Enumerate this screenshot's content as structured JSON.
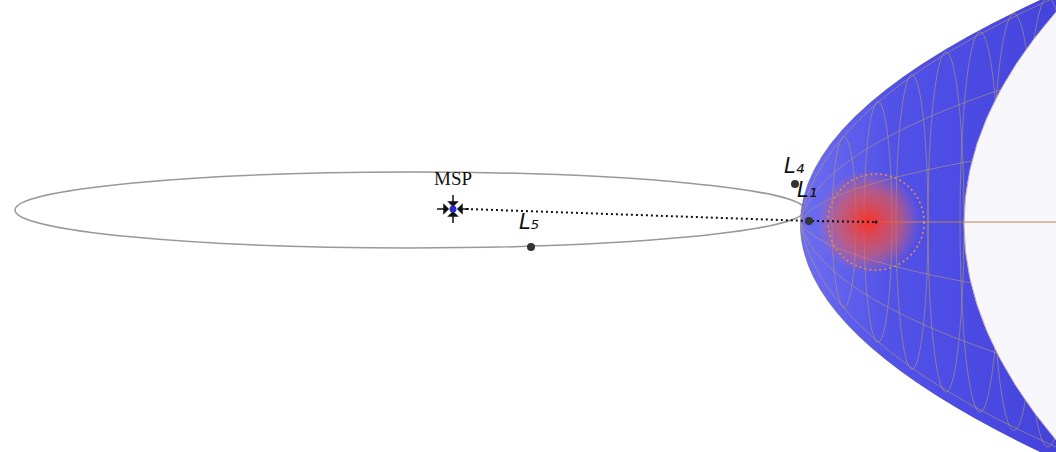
{
  "diagram": {
    "labels": [
      "MSP",
      "L₄",
      "L₁",
      "L₅"
    ]
  }
}
